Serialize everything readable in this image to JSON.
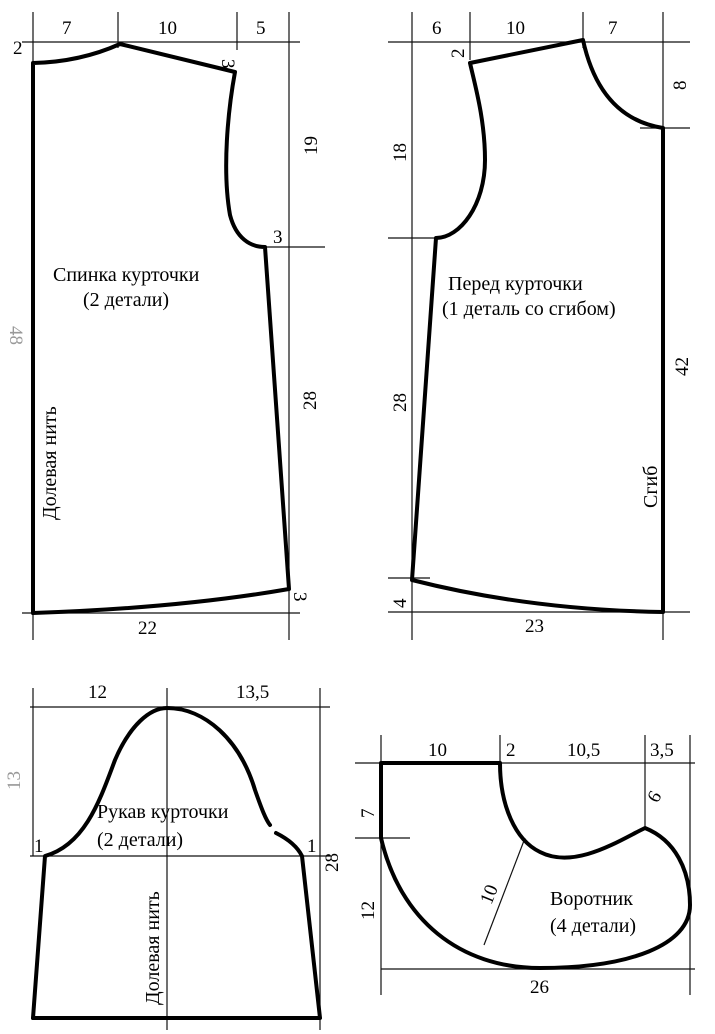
{
  "back": {
    "title": "Спинка  курточки",
    "subtitle": "(2 детали)",
    "grain": "Долевая нить",
    "dims": {
      "top_a": "7",
      "top_b": "10",
      "top_c": "5",
      "left_drop": "2",
      "shoulder_drop": "3",
      "armhole_h": "19",
      "armhole_off": "3",
      "side_h": "28",
      "hem_off": "3",
      "hem_w": "22",
      "total_h": "48"
    }
  },
  "front": {
    "title": "Перед  курточки",
    "subtitle": "(1 деталь со сгибом)",
    "fold": "Сгиб",
    "dims": {
      "top_a": "6",
      "top_b": "10",
      "top_c": "7",
      "shoulder_drop": "2",
      "neck_h": "8",
      "armhole_h": "18",
      "side_h": "28",
      "fold_h": "42",
      "hem_off": "4",
      "hem_w": "23"
    }
  },
  "sleeve": {
    "title": "Рукав  курточки",
    "subtitle": "(2 детали)",
    "grain": "Долевая нить",
    "dims": {
      "top_a": "12",
      "top_b": "13,5",
      "cap_h": "13",
      "left_off": "1",
      "right_off": "1",
      "len": "28"
    }
  },
  "collar": {
    "title": "Воротник",
    "subtitle": "(4 детали)",
    "dims": {
      "top_a": "10",
      "top_b": "2",
      "top_c": "10,5",
      "top_d": "3,5",
      "right_drop": "6",
      "left_a": "7",
      "left_b": "12",
      "radius": "10",
      "bottom": "26"
    }
  }
}
